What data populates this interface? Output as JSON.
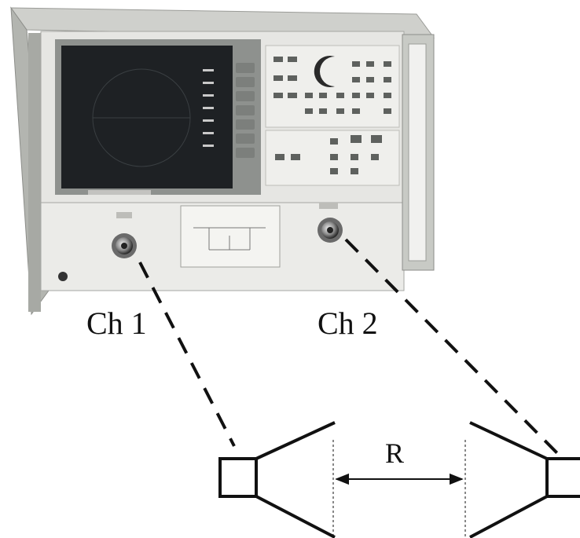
{
  "labels": {
    "channel_1": "Ch 1",
    "channel_2": "Ch 2",
    "distance": "R"
  },
  "colors": {
    "line": "#111111",
    "instrument_body": "#e6e6e3",
    "instrument_frame": "#b9bbb6",
    "screen": "#1e2124",
    "background": "#ffffff"
  },
  "icons": {
    "instrument": "network-analyzer-photo",
    "antenna_left": "horn-antenna-icon",
    "antenna_right": "horn-antenna-icon",
    "connector": "coax-connector-icon",
    "measure_arrow": "double-arrow-icon"
  }
}
